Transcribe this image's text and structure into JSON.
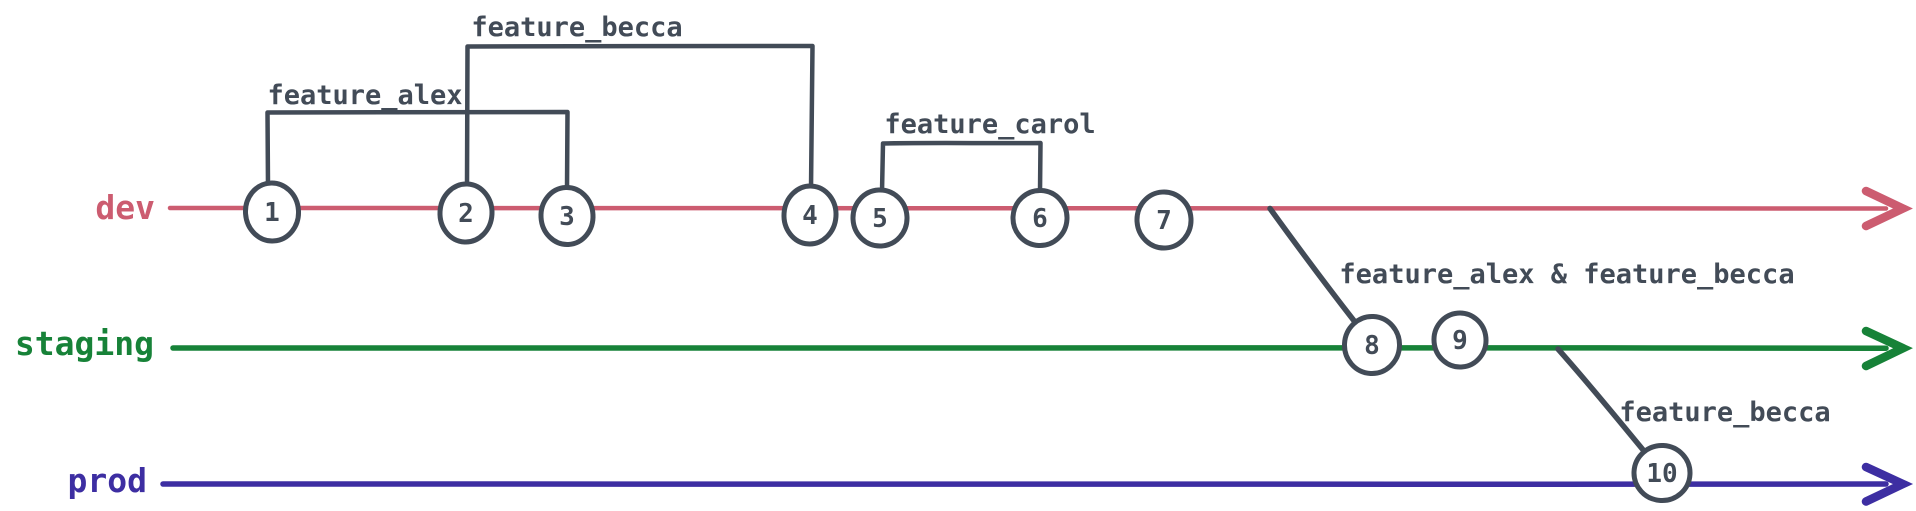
{
  "git": {
    "colors": {
      "dev": "#cc5c70",
      "staging": "#178238",
      "prod": "#3d2ea2",
      "ink": "#424b57",
      "node_fill": "#ffffff",
      "background": "#ffffff"
    },
    "branches": [
      {
        "name": "dev"
      },
      {
        "name": "staging"
      },
      {
        "name": "prod"
      }
    ],
    "commits": [
      {
        "label": "1",
        "branch": "dev"
      },
      {
        "label": "2",
        "branch": "dev"
      },
      {
        "label": "3",
        "branch": "dev"
      },
      {
        "label": "4",
        "branch": "dev"
      },
      {
        "label": "5",
        "branch": "dev"
      },
      {
        "label": "6",
        "branch": "dev"
      },
      {
        "label": "7",
        "branch": "dev"
      },
      {
        "label": "8",
        "branch": "staging"
      },
      {
        "label": "9",
        "branch": "staging"
      },
      {
        "label": "10",
        "branch": "prod"
      }
    ],
    "features": [
      {
        "label": "feature_alex",
        "branched_from_commit": "1",
        "merged_at_commit": "3"
      },
      {
        "label": "feature_becca",
        "branched_from_commit": "2",
        "merged_at_commit": "4"
      },
      {
        "label": "feature_carol",
        "branched_from_commit": "5",
        "merged_at_commit": "6"
      }
    ],
    "merges": [
      {
        "label": "feature_alex & feature_becca",
        "from_branch": "dev",
        "to_branch": "staging",
        "at_commit": "8"
      },
      {
        "label": "feature_becca",
        "from_branch": "staging",
        "to_branch": "prod",
        "at_commit": "10"
      }
    ]
  }
}
